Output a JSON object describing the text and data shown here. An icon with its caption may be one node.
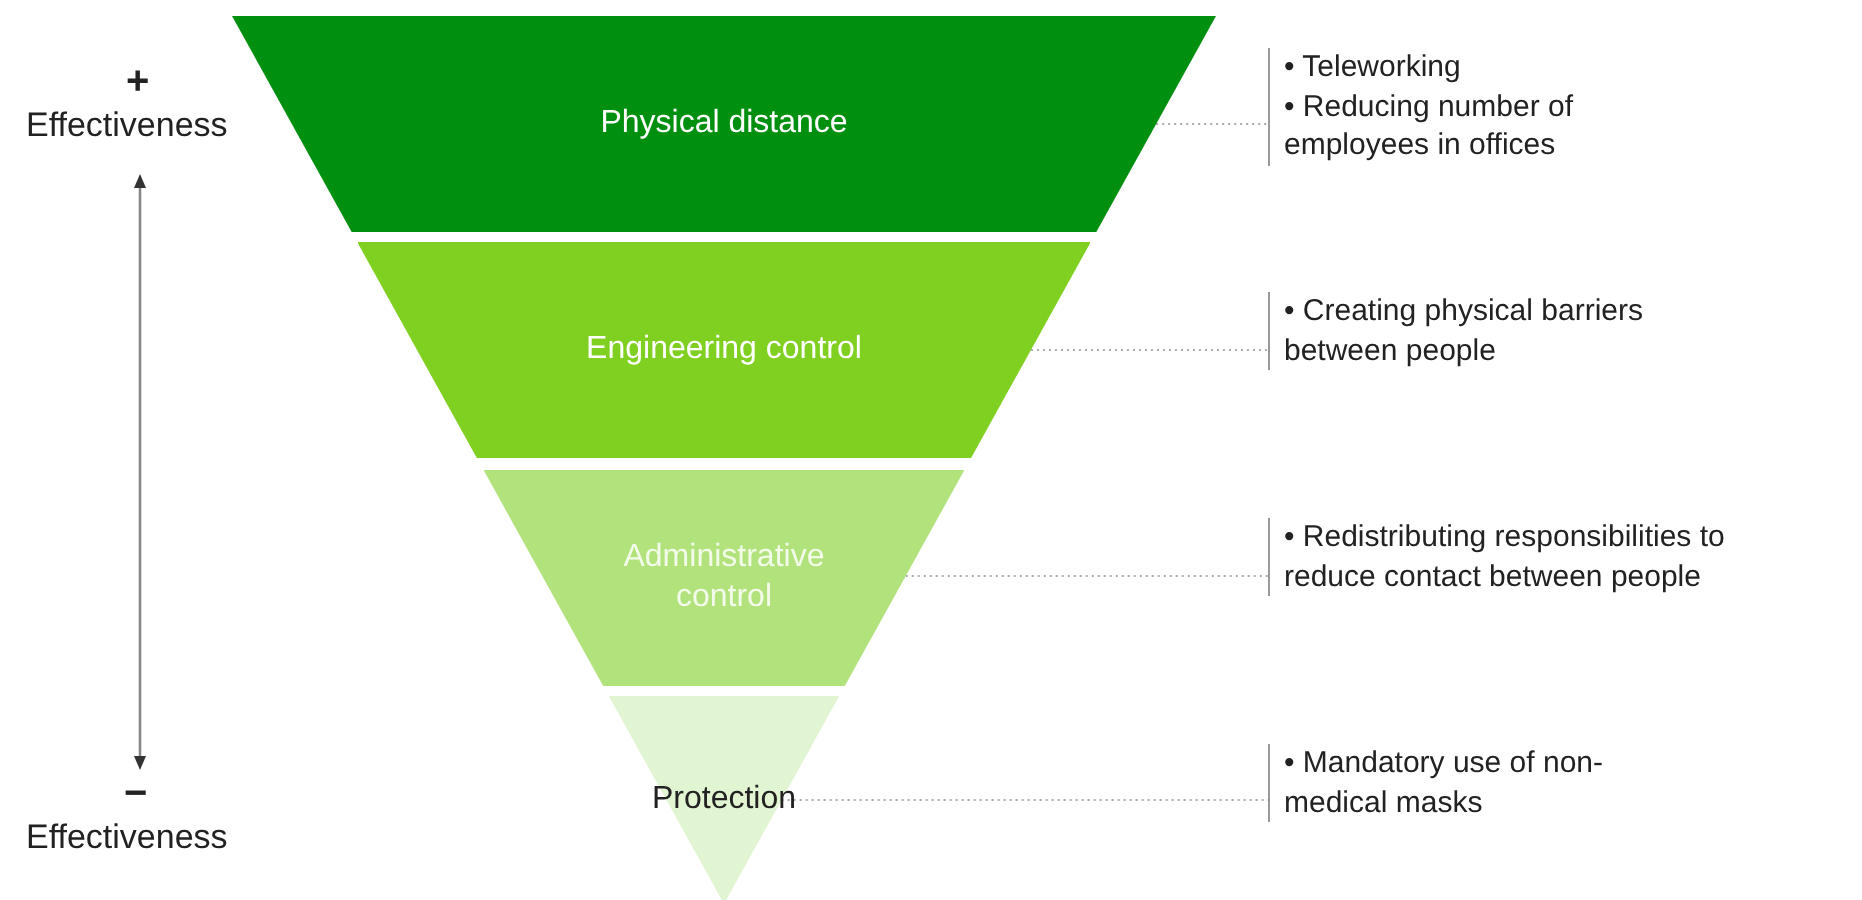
{
  "diagram": {
    "nodes": [
      {
        "text": [
          "Physical distance"
        ]
      },
      {
        "text": [
          "Engineering control"
        ]
      },
      {
        "text": [
          "Administrative control"
        ]
      },
      {
        "text": [
          "Protection"
        ]
      },
      {
        "text": [
          "• Teleworking",
          "• Reducing number of employees in offices"
        ]
      },
      {
        "text": [
          "• Creating physical barriers between people"
        ]
      },
      {
        "text": [
          "• Redistributing responsibilities to reduce contact between people"
        ]
      },
      {
        "text": [
          "• Mandatory use of non-medical masks"
        ]
      }
    ],
    "edges": [
      {
        "from": 0,
        "to": 4,
        "arrow": "none"
      },
      {
        "from": 1,
        "to": 5,
        "arrow": "none"
      },
      {
        "from": 2,
        "to": 6,
        "arrow": "none"
      },
      {
        "from": 3,
        "to": 7,
        "arrow": "none"
      }
    ],
    "labels": [
      "+",
      "Effectiveness",
      "−",
      "Effectiveness"
    ]
  }
}
